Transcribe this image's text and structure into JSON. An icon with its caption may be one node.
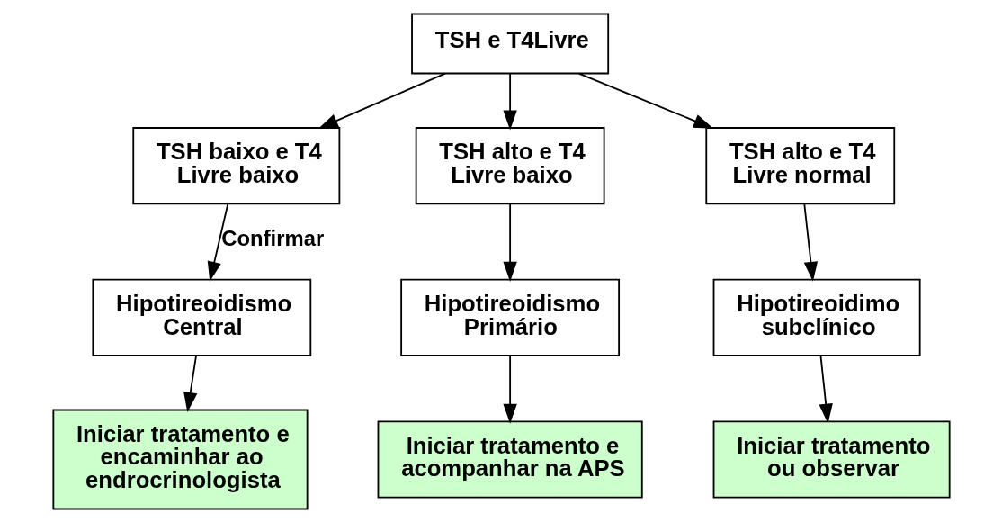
{
  "diagram": {
    "nodes": [
      {
        "text": [
          "TSH e T4Livre"
        ]
      },
      {
        "text": [
          "TSH baixo e T4 Livre baixo"
        ]
      },
      {
        "text": [
          "TSH alto e T4 Livre baixo"
        ]
      },
      {
        "text": [
          "TSH alto e T4 Livre normal"
        ]
      },
      {
        "text": [
          "Hipotireoidismo Central"
        ]
      },
      {
        "text": [
          "Hipotireoidismo Primário"
        ]
      },
      {
        "text": [
          "Hipotireoidimo subclínico"
        ]
      },
      {
        "text": [
          "Iniciar tratamento e encaminhar ao endrocrinologista"
        ]
      },
      {
        "text": [
          "Iniciar tratamento e acompanhar na APS"
        ]
      },
      {
        "text": [
          "Iniciar tratamento ou observar"
        ]
      }
    ],
    "edges": [
      {
        "from": 0,
        "to": 1,
        "arrow": "to"
      },
      {
        "from": 0,
        "to": 2,
        "arrow": "to"
      },
      {
        "from": 0,
        "to": 3,
        "arrow": "to"
      },
      {
        "from": 1,
        "to": 4,
        "arrow": "to",
        "label": "Confirmar"
      },
      {
        "from": 2,
        "to": 5,
        "arrow": "to"
      },
      {
        "from": 3,
        "to": 6,
        "arrow": "to"
      },
      {
        "from": 4,
        "to": 7,
        "arrow": "to"
      },
      {
        "from": 5,
        "to": 8,
        "arrow": "to"
      },
      {
        "from": 6,
        "to": 9,
        "arrow": "to"
      }
    ]
  }
}
